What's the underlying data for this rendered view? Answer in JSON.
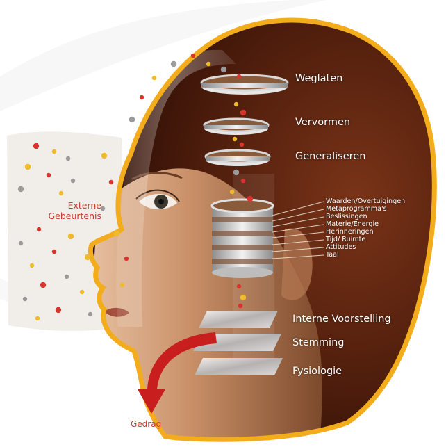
{
  "colors": {
    "frame_orange": "#f2ac1c",
    "skin": "#c28a62",
    "hair": "#5e2410",
    "arrow_red": "#c81e1e",
    "label_red": "#c8382a",
    "particle_red": "#d6342c",
    "particle_yellow": "#f0bb2a",
    "particle_grey": "#9a9a9a"
  },
  "labels": {
    "external_events": "Externe\nGebeurtenis",
    "behavior": "Gedrag",
    "filters": [
      "Weglaten",
      "Vervormen",
      "Generaliseren"
    ],
    "layers": [
      "Waarden/Overtuigingen",
      "Metaprogramma's",
      "Beslissingen",
      "Materie/Energie",
      "Herinneringen",
      "Tijd/ Ruimte",
      "Attitudes",
      "Taal"
    ],
    "states": [
      "Interne Voorstelling",
      "Stemming",
      "Fysiologie"
    ]
  }
}
